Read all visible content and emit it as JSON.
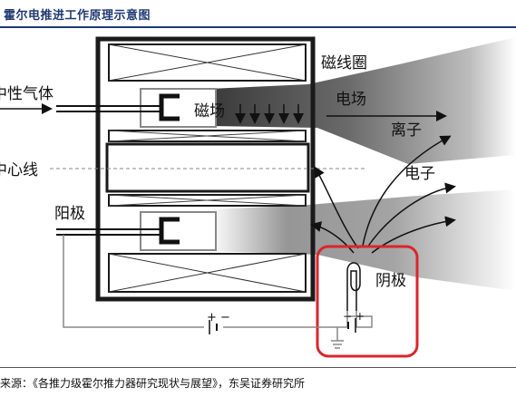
{
  "header": {
    "title": "霍尔电推进工作原理示意图"
  },
  "diagram": {
    "labels": {
      "coil": "磁线圈",
      "neutral_gas": "中性气体",
      "magnetic_field": "磁场",
      "electric_field": "电场",
      "ions": "离子",
      "center_line": "中心线",
      "electrons": "电子",
      "anode": "阳极",
      "cathode": "阴极",
      "battery_polarity": "+ −",
      "cathode_supply_polarity": "− +"
    },
    "colors": {
      "outline": "#1a1a1a",
      "highlight_box": "#d9262c",
      "plume": "#555555",
      "title": "#1f3a74"
    }
  },
  "footer": {
    "source": "来源：《各推力级霍尔推力器研究现状与展望》，东吴证券研究所"
  }
}
